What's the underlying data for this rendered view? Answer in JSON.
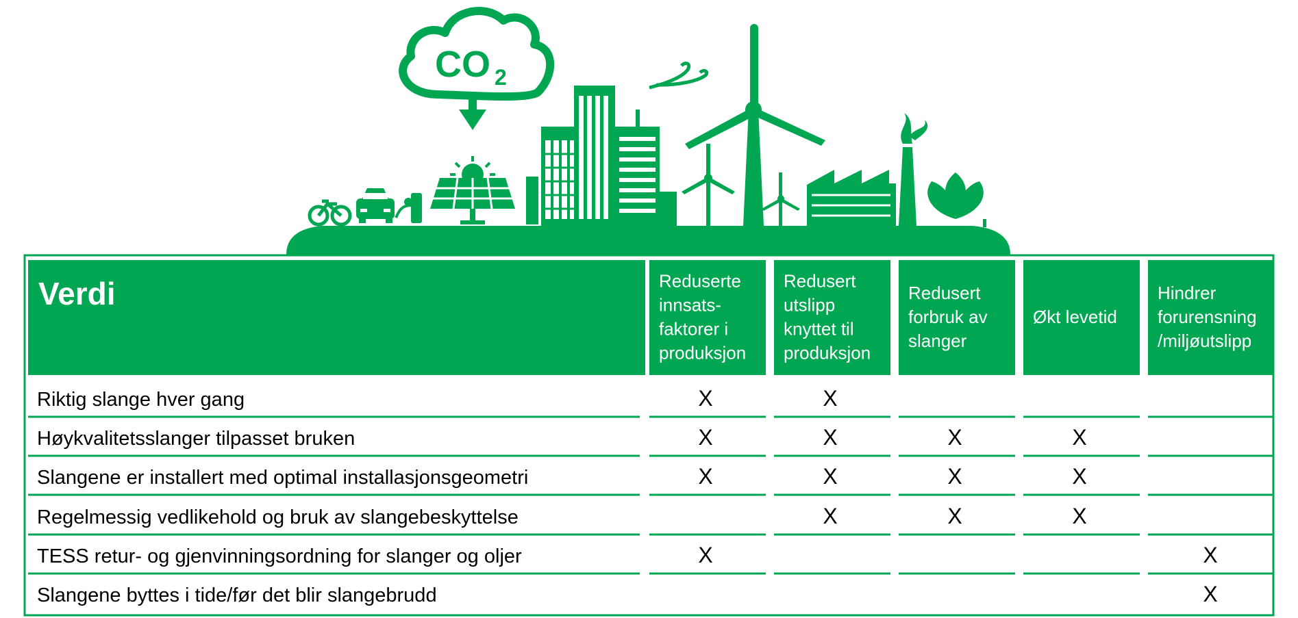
{
  "illustration": {
    "icons": [
      "co2-cloud-icon",
      "arrow-down-icon",
      "bicycle-icon",
      "car-icon",
      "charger-icon",
      "solar-panel-icon",
      "sun-icon",
      "skyscraper-icon",
      "wind-turbine-icon",
      "wind-gust-icon",
      "factory-icon",
      "smoke-icon",
      "leaf-icon"
    ],
    "co2_text": "CO",
    "co2_subscript": "2"
  },
  "table": {
    "title": "Verdi",
    "columns": [
      [
        "Reduserte",
        "innsats-",
        "faktorer i",
        "produksjon"
      ],
      [
        "Redusert",
        "utslipp",
        "knyttet til",
        "produksjon"
      ],
      [
        "Redusert",
        "forbruk av",
        "slanger"
      ],
      [
        "Økt levetid"
      ],
      [
        "Hindrer",
        "forurensning",
        "/miljøutslipp"
      ]
    ],
    "rows": [
      {
        "label": "Riktig slange hver gang",
        "marks": [
          "X",
          "X",
          "",
          "",
          ""
        ]
      },
      {
        "label": "Høykvalitetsslanger tilpasset bruken",
        "marks": [
          "X",
          "X",
          "X",
          "X",
          ""
        ]
      },
      {
        "label": "Slangene er installert med optimal installasjonsgeometri",
        "marks": [
          "X",
          "X",
          "X",
          "X",
          ""
        ]
      },
      {
        "label": "Regelmessig vedlikehold og bruk av slangebeskyttelse",
        "marks": [
          "",
          "X",
          "X",
          "X",
          ""
        ]
      },
      {
        "label": "TESS retur- og gjenvinningsordning for slanger og oljer",
        "marks": [
          "X",
          "",
          "",
          "",
          "X"
        ]
      },
      {
        "label": "Slangene byttes i tide/før det blir slangebrudd",
        "marks": [
          "",
          "",
          "",
          "",
          "X"
        ]
      }
    ]
  },
  "colors": {
    "brand_green": "#00A651",
    "white": "#FFFFFF",
    "text": "#000000"
  }
}
